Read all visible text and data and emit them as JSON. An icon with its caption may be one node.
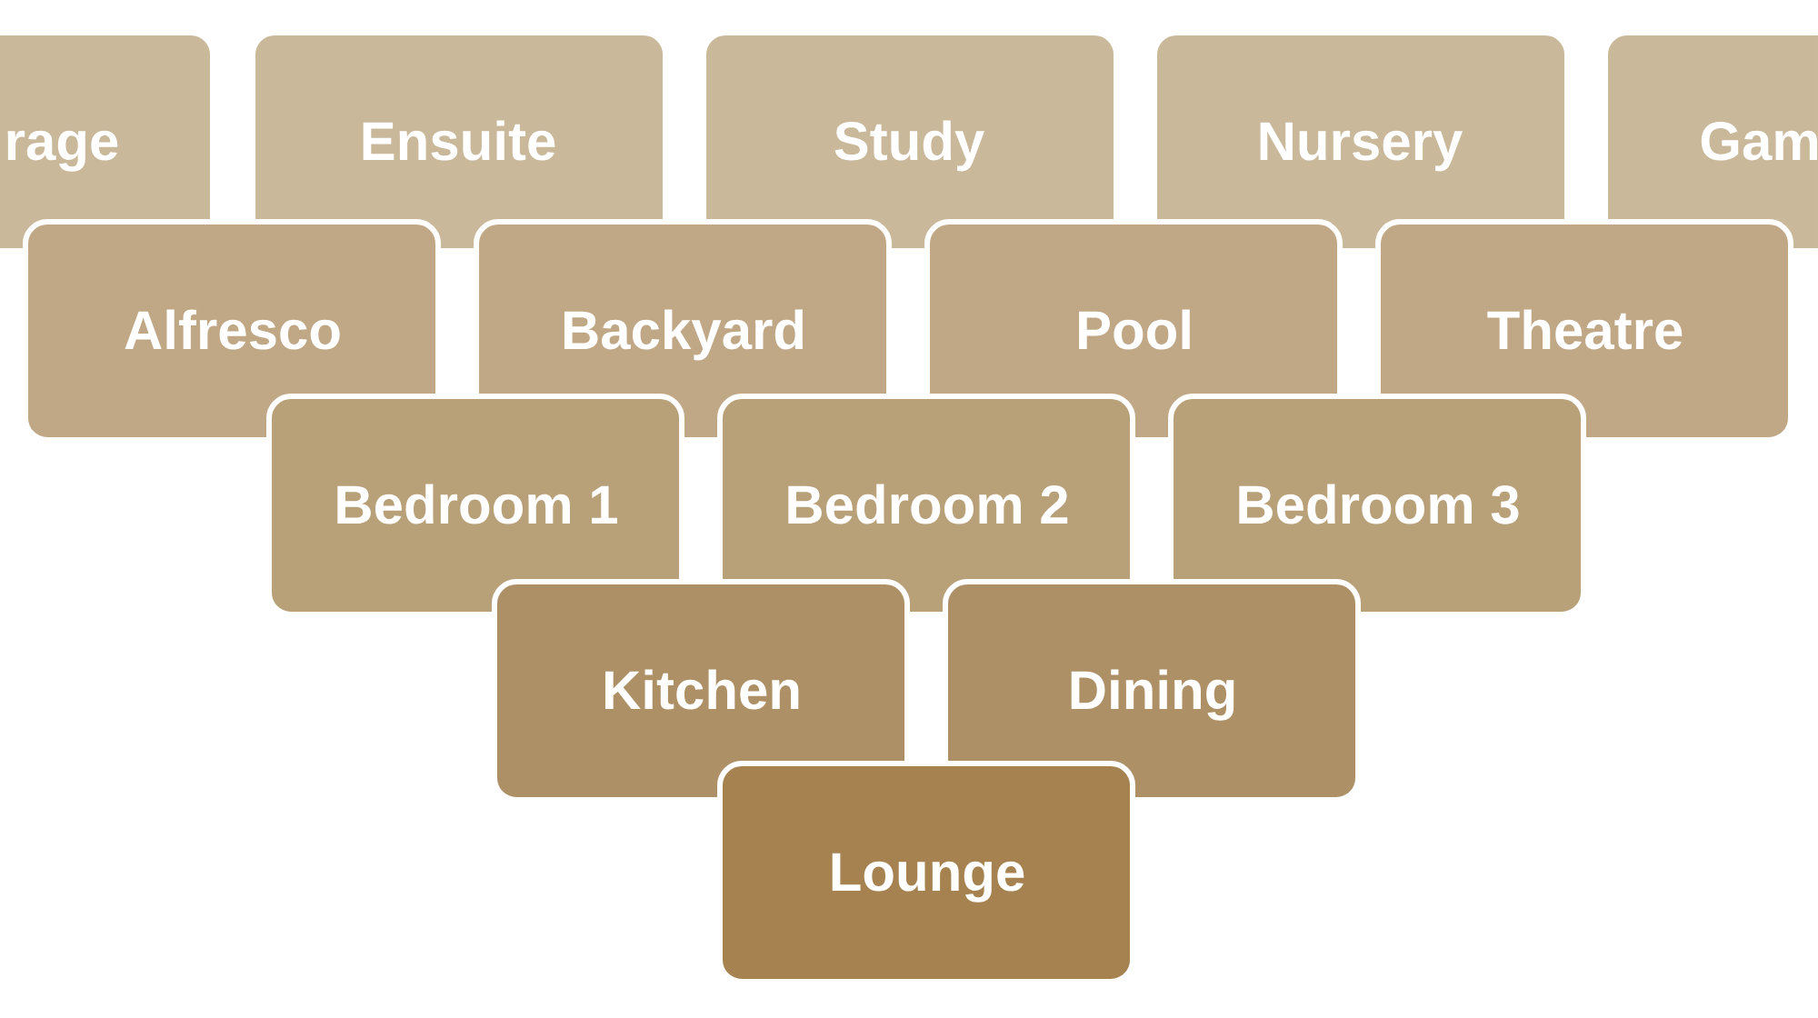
{
  "diagram": {
    "nodes": [
      {
        "text": [
          "rage"
        ]
      },
      {
        "text": [
          "Ensuite"
        ]
      },
      {
        "text": [
          "Study"
        ]
      },
      {
        "text": [
          "Nursery"
        ]
      },
      {
        "text": [
          "Gam"
        ]
      },
      {
        "text": [
          "Alfresco"
        ]
      },
      {
        "text": [
          "Backyard"
        ]
      },
      {
        "text": [
          "Pool"
        ]
      },
      {
        "text": [
          "Theatre"
        ]
      },
      {
        "text": [
          "Bedroom 1"
        ]
      },
      {
        "text": [
          "Bedroom 2"
        ]
      },
      {
        "text": [
          "Bedroom 3"
        ]
      },
      {
        "text": [
          "Kitchen"
        ]
      },
      {
        "text": [
          "Dining"
        ]
      },
      {
        "text": [
          "Lounge"
        ]
      }
    ]
  }
}
